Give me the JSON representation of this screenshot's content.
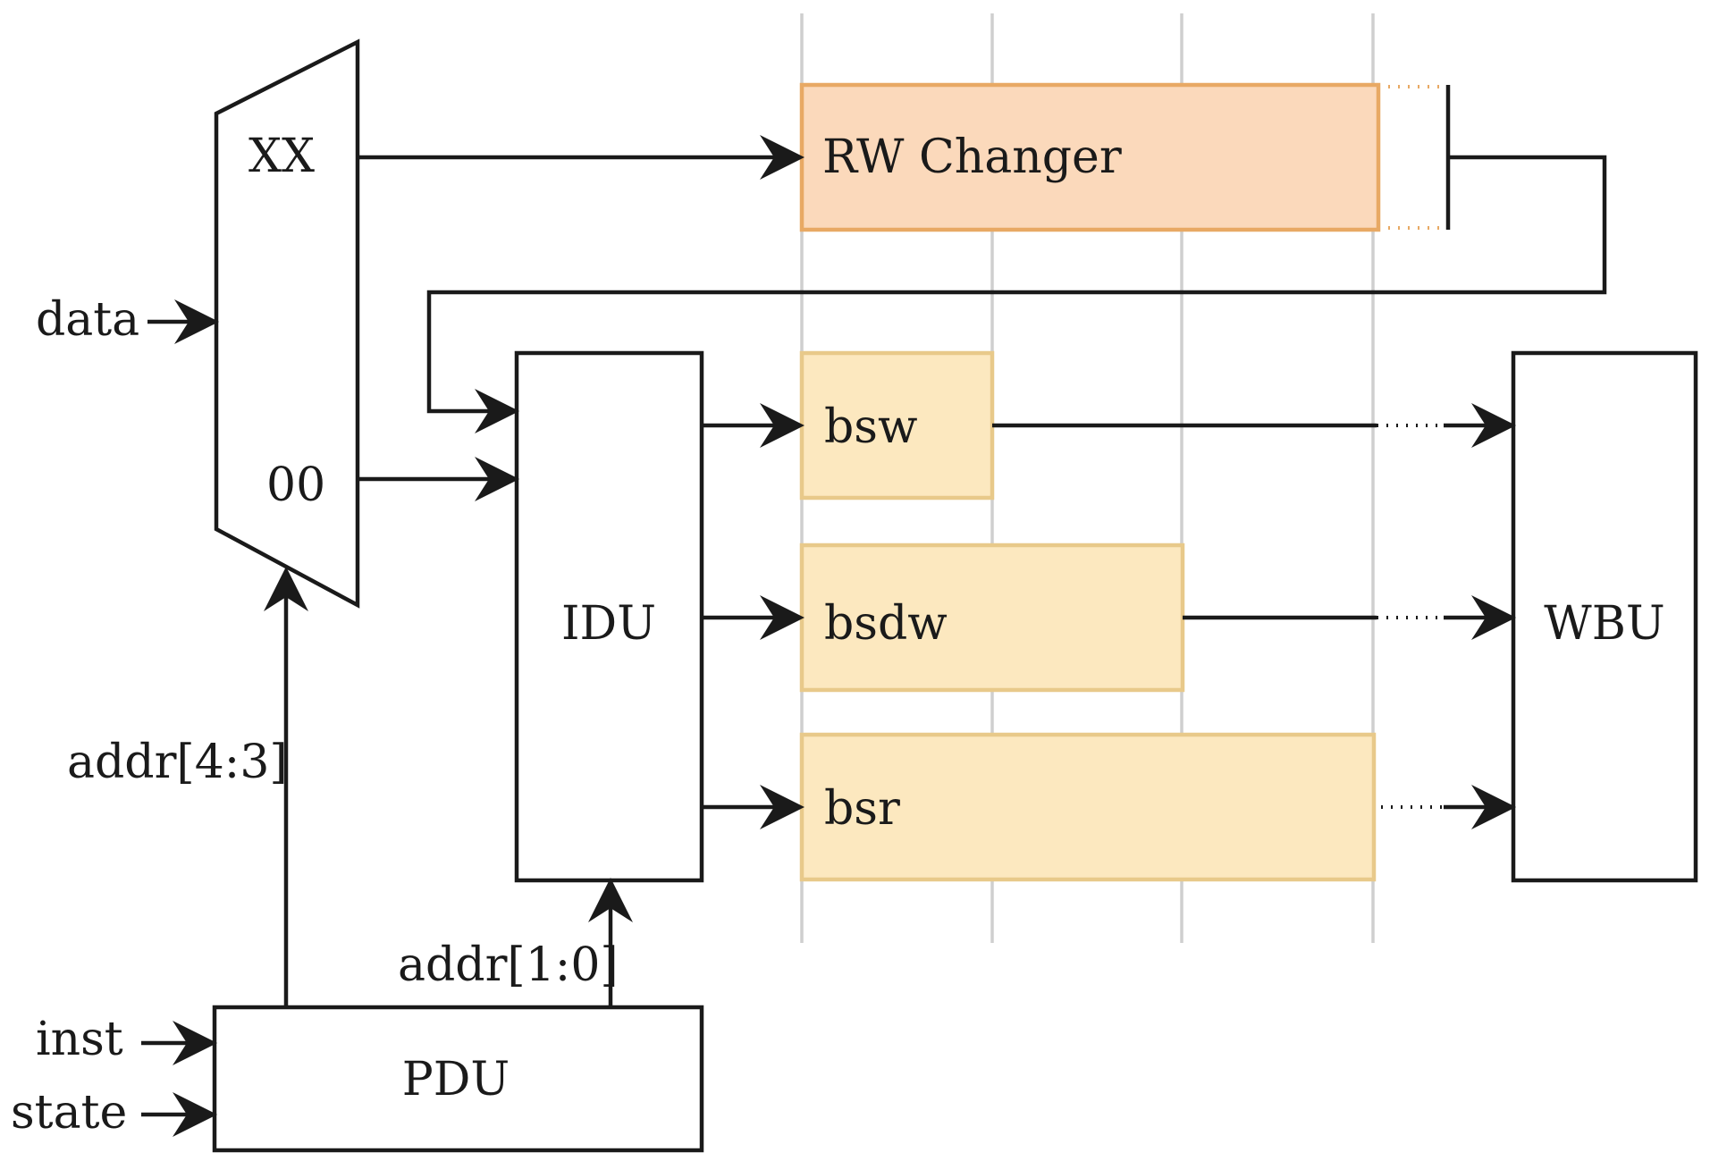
{
  "mux": {
    "top_input": "XX",
    "bottom_input": "00"
  },
  "blocks": {
    "rw_changer": "RW Changer",
    "idu": "IDU",
    "wbu": "WBU",
    "pdu": "PDU"
  },
  "buffers": {
    "bsw": "bsw",
    "bsdw": "bsdw",
    "bsr": "bsr"
  },
  "signals": {
    "data": "data",
    "inst": "inst",
    "state": "state",
    "addr_high": "addr[4:3]",
    "addr_low": "addr[1:0]"
  },
  "colors": {
    "rw_changer_fill": "#fbd9bb",
    "rw_changer_border": "#e8a964",
    "buffer_fill": "#fce8bf",
    "buffer_border": "#e8c98a",
    "grid_line": "#cfcfcf",
    "wire": "#1a1a1a"
  }
}
